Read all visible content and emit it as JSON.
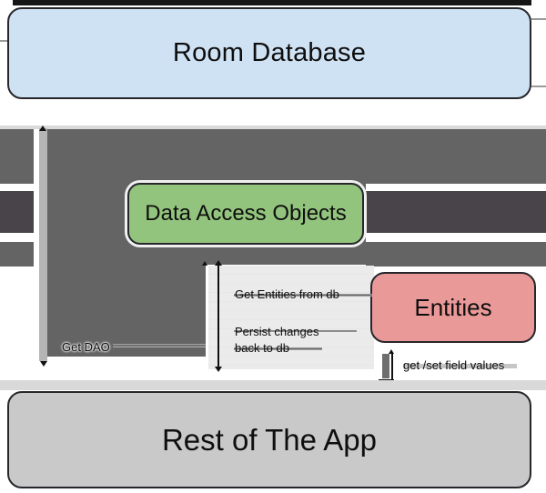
{
  "diagram": {
    "title": "Room database architecture diagram",
    "nodes": [
      {
        "id": "room-database",
        "label": "Room Database",
        "fill": "#cfe2f3"
      },
      {
        "id": "data-access-objects",
        "label": "Data Access Objects",
        "fill": "#93c47d"
      },
      {
        "id": "entities",
        "label": "Entities",
        "fill": "#ea9999"
      },
      {
        "id": "rest-of-the-app",
        "label": "Rest of The App",
        "fill": "#c9c9c9"
      }
    ],
    "edges": [
      {
        "id": "get-dao",
        "label": "Get DAO",
        "type": "bidirectional-arrow"
      },
      {
        "id": "get-entities",
        "label": "Get Entities from db",
        "type": "arrow"
      },
      {
        "id": "persist-changes",
        "label": "Persist changes back to db",
        "line1": "Persist changes",
        "line2": "back to db",
        "type": "arrow"
      },
      {
        "id": "get-set-fields",
        "label": "get /set field values",
        "type": "bidirectional-arrow"
      }
    ],
    "colors": {
      "canvas": "#ffffff",
      "arrow_gray": "#646464",
      "arrow_dark_band": "#49444a",
      "arrow_light_bar": "#b5b5b5",
      "panel_gray": "#ebebeb",
      "bottom_stripe": "#d9d9d9",
      "node_border": "#26262b",
      "top_bar": "#161616"
    }
  }
}
